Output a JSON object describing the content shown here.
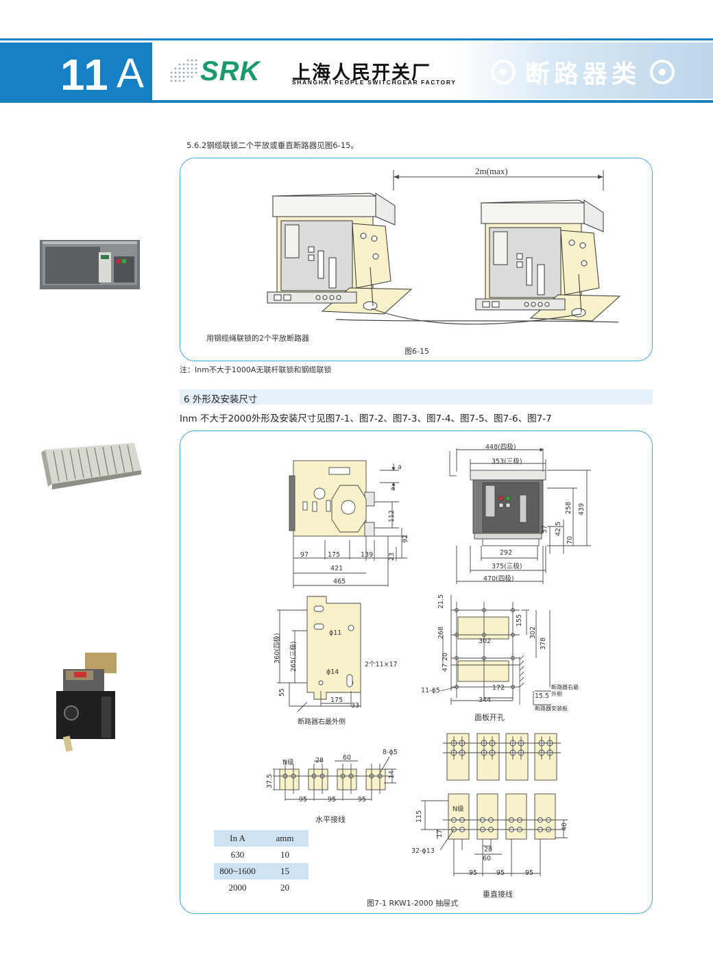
{
  "header": {
    "page_number": "11",
    "page_letter": "A",
    "brand": "SRK",
    "company_cn": "上海人民开关厂",
    "company_en": "SHANGHAI PEOPLE SWITCHGEAR FACTORY",
    "category": "断路器类",
    "colors": {
      "accent": "#1581c4",
      "brand_green": "#1a9a6a"
    }
  },
  "section_562": {
    "text": "5.6.2钢缆联锁二个平放或垂直断路器见图6-15。",
    "distance_label": "2m(max)",
    "caption_left": "用钢缆绳联锁的2个平放断路器",
    "figure_label": "图6-15"
  },
  "note": "注：Inm不大于1000A无联杆联锁和钢缆联锁",
  "section_6": {
    "title": "6 外形及安装尺寸",
    "subtitle": "Inm 不大于2000外形及安装尺寸见图7-1、图7-2、图7-3、图7-4、图7-5、图7-6、图7-7"
  },
  "figure_71": {
    "side_view": {
      "a": "a",
      "d112": "112",
      "d92": "92",
      "d23": "23",
      "d97": "97",
      "d175": "175",
      "d139": "139",
      "d421": "421",
      "d465": "465"
    },
    "front_view": {
      "w448": "448(四极)",
      "w353": "353(三极)",
      "w292": "292",
      "w375": "375(三极)",
      "w470": "470(四极)",
      "h258": "258",
      "h439": "439",
      "h37": "37",
      "h425": "42.5",
      "h70": "70"
    },
    "mount_view": {
      "h360": "360(四极)",
      "h265": "265(三极)",
      "d55": "55",
      "phi11": "ϕ11",
      "phi14": "ϕ14",
      "slot": "2个11×17",
      "d175": "175",
      "d33": "33",
      "caption": "断路器右最外侧"
    },
    "panel_view": {
      "d215": "21.5",
      "d268": "268",
      "d20": "20",
      "d47": "47",
      "d302": "302",
      "d302v": "302",
      "d155": "155",
      "d378": "378",
      "d172": "172",
      "d344": "344",
      "d155b": "15.5",
      "holes": "11-ϕ5",
      "right_label": "断路器右最外侧",
      "plate_label": "断路器安装板",
      "caption": "面板开孔"
    },
    "horizontal": {
      "n": "N级",
      "d28": "28",
      "d60": "60",
      "holes": "8-ϕ5",
      "d375": "37.5",
      "d14": "14",
      "d95a": "95",
      "d95b": "95",
      "d95c": "95",
      "caption": "水平接线"
    },
    "vertical": {
      "n": "N级",
      "d115": "115",
      "d17": "17",
      "d40": "40",
      "holes": "32-ϕ13",
      "d28": "28",
      "d60": "60",
      "d95a": "95",
      "d95b": "95",
      "d95c": "95",
      "caption": "垂直接线"
    },
    "table": {
      "headers": [
        "In A",
        "amm"
      ],
      "rows": [
        [
          "630",
          "10"
        ],
        [
          "800~1600",
          "15"
        ],
        [
          "2000",
          "20"
        ]
      ]
    },
    "caption": "图7-1 RKW1-2000 抽屉式"
  }
}
